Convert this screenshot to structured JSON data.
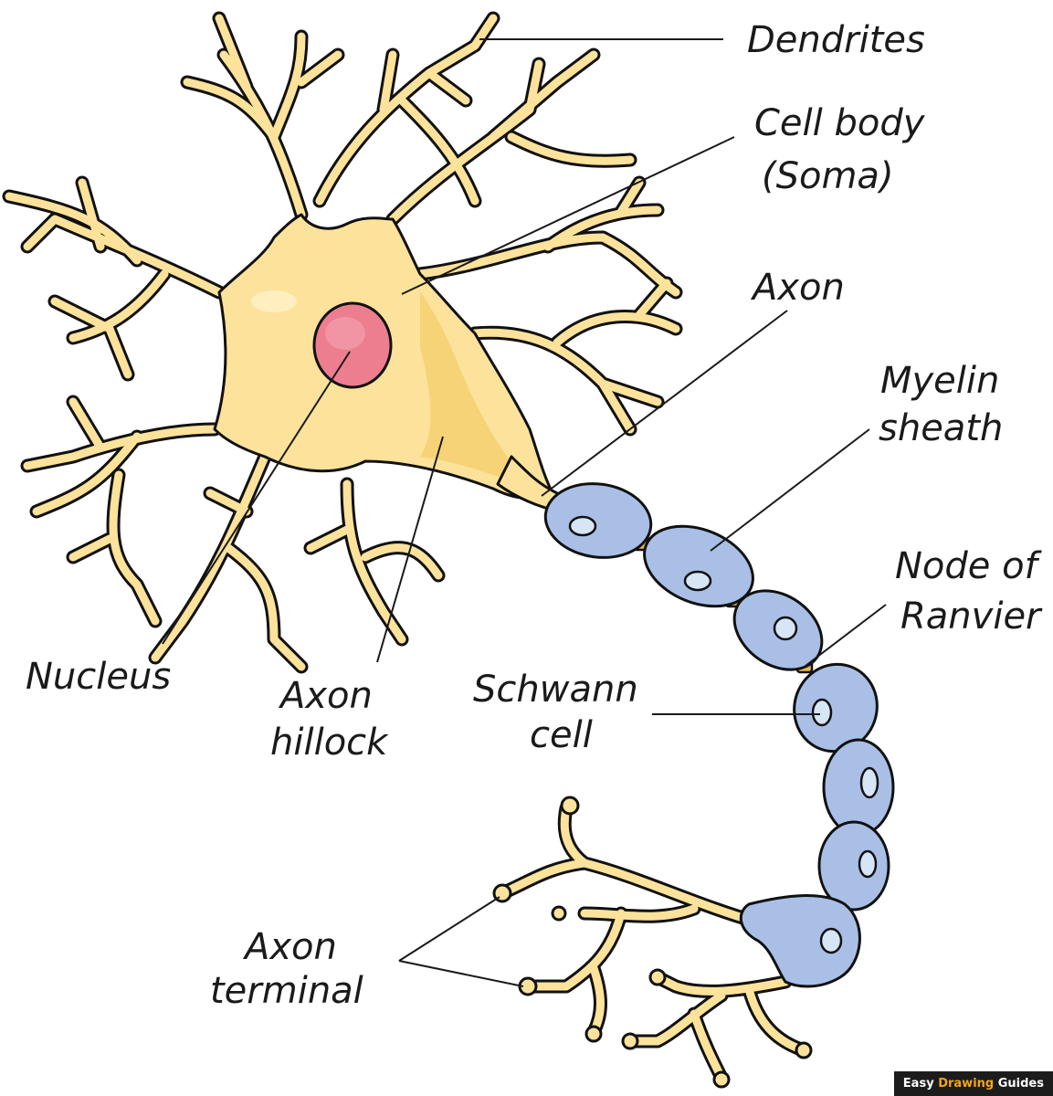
{
  "labels": {
    "dendrites": "Dendrites",
    "cell_body_1": "Cell body",
    "cell_body_2": "(Soma)",
    "axon": "Axon",
    "myelin_1": "Myelin",
    "myelin_2": "sheath",
    "node_1": "Node of",
    "node_2": "Ranvier",
    "schwann_1": "Schwann",
    "schwann_2": "cell",
    "nucleus": "Nucleus",
    "hillock_1": "Axon",
    "hillock_2": "hillock",
    "terminal_1": "Axon",
    "terminal_2": "terminal"
  },
  "brand": {
    "part1": "Easy",
    "part2": "Drawing",
    "part3": "Guides"
  },
  "colors": {
    "cell_fill": "#fce29a",
    "cell_shade": "#f4cf6e",
    "nucleus": "#ec7e90",
    "myelin": "#a9bfe6",
    "myelin_nucleus": "#d6e6f7",
    "node": "#f0b84a"
  }
}
